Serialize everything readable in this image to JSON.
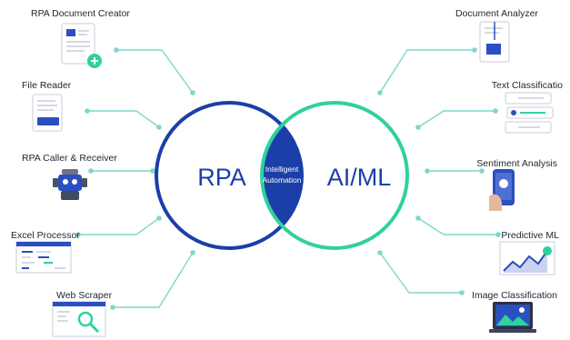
{
  "colors": {
    "rpa": "#1b3fa8",
    "ml": "#2fd19e",
    "connector": "#7fd6cc",
    "text": "#1f2430",
    "overlap": "#1b3fa8"
  },
  "circles": {
    "left_label": "RPA",
    "right_label": "AI/ML",
    "overlap_line1": "Intelligent",
    "overlap_line2": "Automation"
  },
  "left_items": [
    {
      "label": "RPA Document Creator",
      "icon": "document-add-icon"
    },
    {
      "label": "File Reader",
      "icon": "file-icon"
    },
    {
      "label": "RPA Caller & Receiver",
      "icon": "robot-icon"
    },
    {
      "label": "Excel Processor",
      "icon": "spreadsheet-icon"
    },
    {
      "label": "Web Scraper",
      "icon": "magnifier-browser-icon"
    }
  ],
  "right_items": [
    {
      "label": "Document Analyzer",
      "icon": "document-analyze-icon"
    },
    {
      "label": "Text Classificatio",
      "icon": "text-list-icon"
    },
    {
      "label": "Sentiment Analysis",
      "icon": "phone-hand-icon"
    },
    {
      "label": "Predictive ML",
      "icon": "chart-icon"
    },
    {
      "label": "Image Classification",
      "icon": "laptop-image-icon"
    }
  ]
}
